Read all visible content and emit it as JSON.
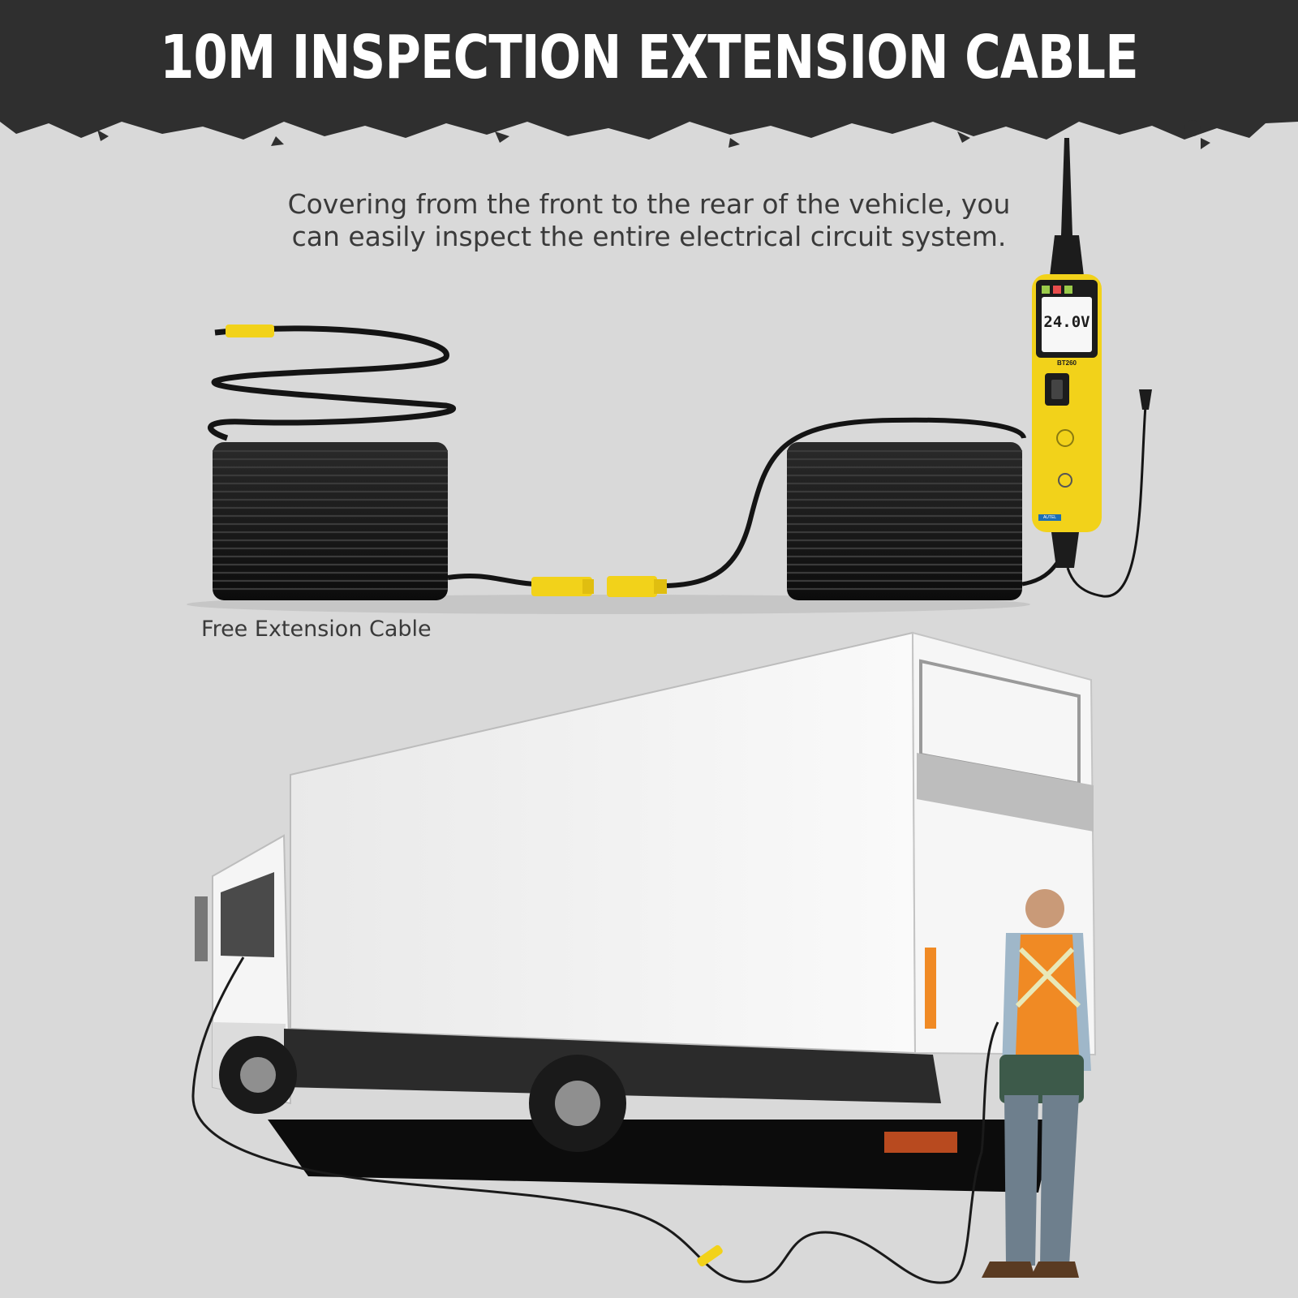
{
  "header": {
    "title": "10M INSPECTION EXTENSION CABLE"
  },
  "description": {
    "line1": "Covering from the front to the rear of the vehicle, you",
    "line2": "can easily inspect the entire electrical circuit system."
  },
  "extension_cable": {
    "label": "Free Extension Cable"
  },
  "tester": {
    "display_reading": "24.0V",
    "model": "BT260",
    "brand": "AUTEL"
  },
  "colors": {
    "banner": "#2f2f2f",
    "background": "#d9d9d9",
    "accent_yellow": "#f2d21a",
    "cable": "#141414",
    "truck_body": "#f4f4f4",
    "vest": "#f08a24"
  }
}
